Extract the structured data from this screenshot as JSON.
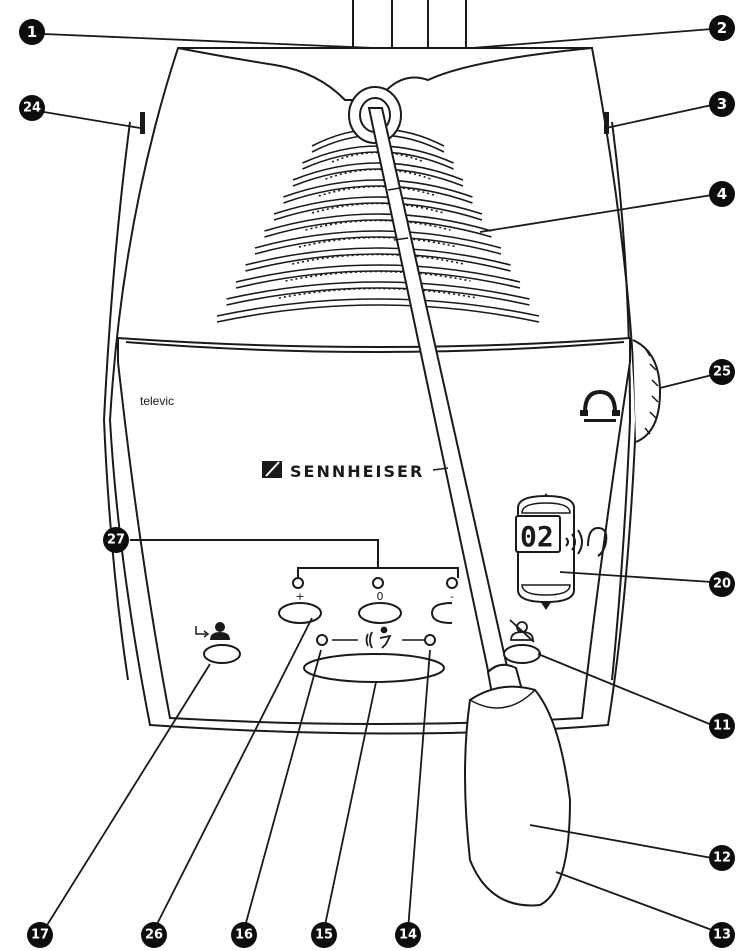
{
  "device": {
    "brand_logo": "SENNHEISER",
    "maker_label": "televic",
    "channel_display": "02",
    "volume_buttons": [
      "+",
      "0",
      "-"
    ]
  },
  "callouts": [
    "1",
    "2",
    "3",
    "4",
    "11",
    "12",
    "13",
    "14",
    "15",
    "16",
    "17",
    "20",
    "24",
    "25",
    "26",
    "27"
  ],
  "colors": {
    "callout_fill": "#0d0d0d",
    "outline": "#1a1a1a",
    "background": "#ffffff"
  },
  "icons": [
    "headphone-icon",
    "ear-icon",
    "speaker-icon",
    "next-speaker-icon",
    "mute-person-icon",
    "up-arrow-icon",
    "down-arrow-icon"
  ]
}
